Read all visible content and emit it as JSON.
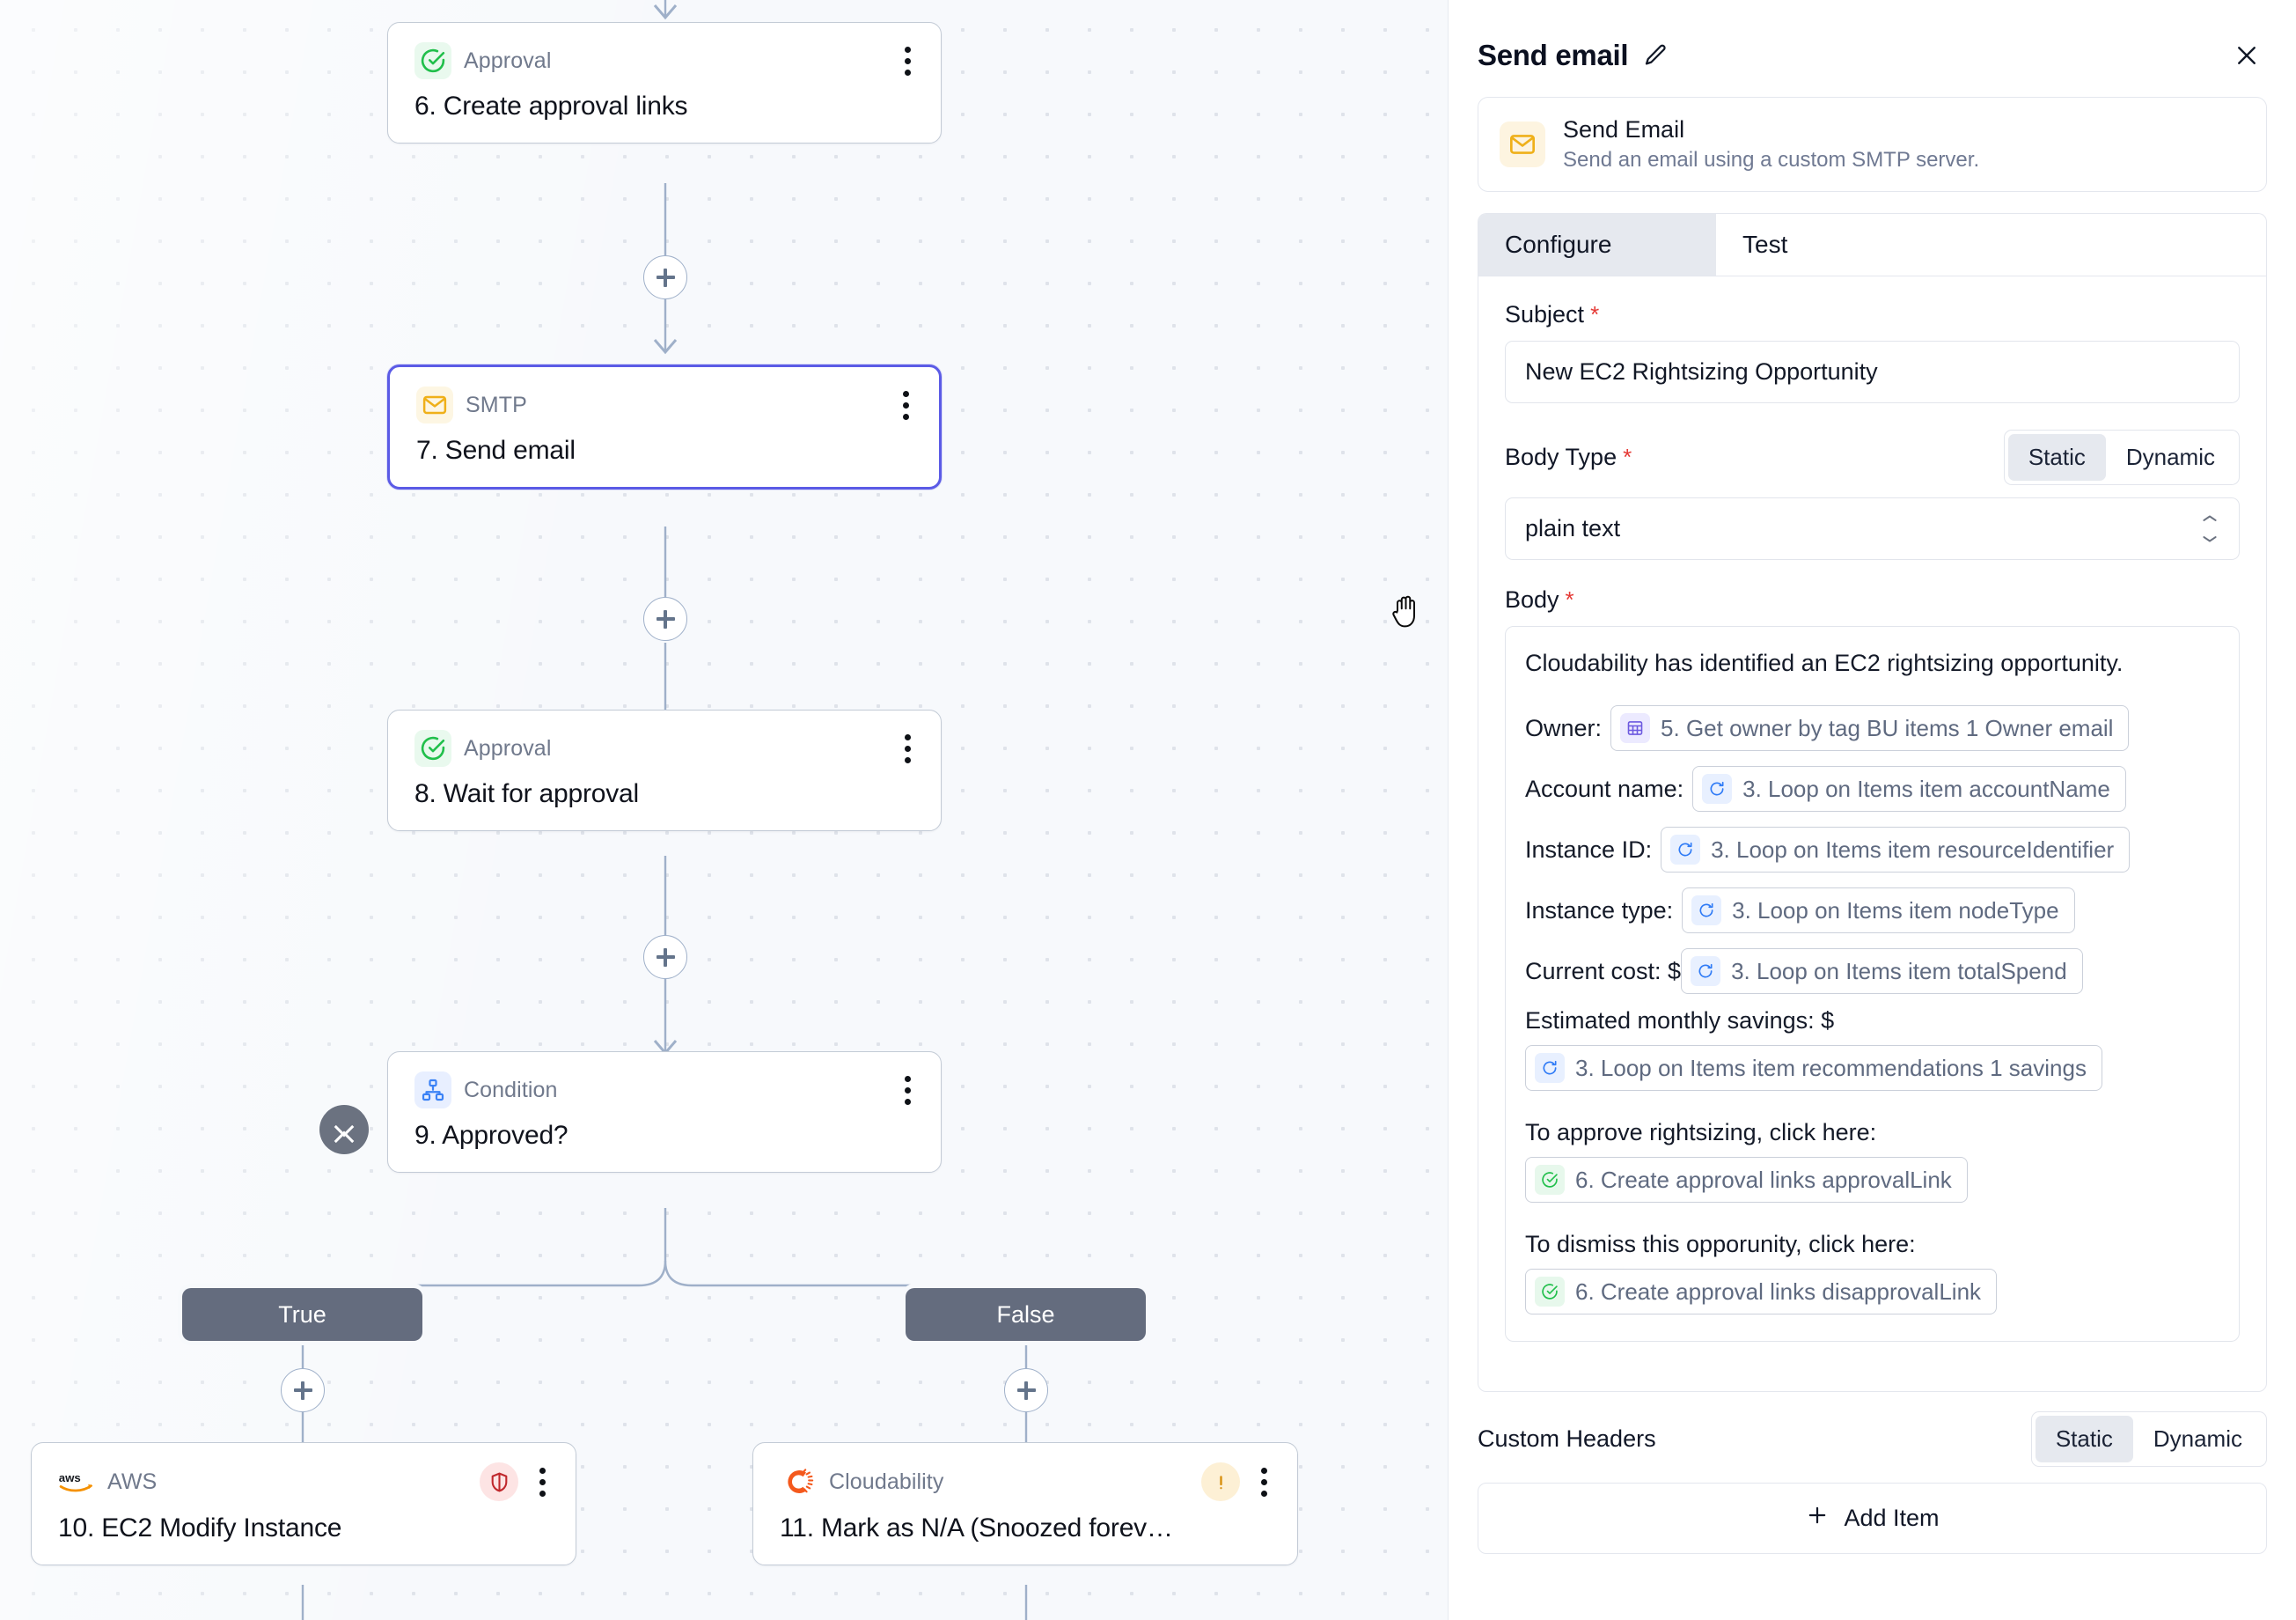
{
  "canvas": {
    "cursor_icon": "grab-hand-cursor",
    "collapse_toggle_icon": "collapse-expand-toggle-icon",
    "add_step_icon": "plus-icon",
    "nodes": [
      {
        "id": "n6",
        "type_label": "Approval",
        "title": "6. Create approval links",
        "icon": "approval-check-icon",
        "selected": false,
        "status": null
      },
      {
        "id": "n7",
        "type_label": "SMTP",
        "title": "7. Send email",
        "icon": "envelope-icon",
        "selected": true,
        "status": null
      },
      {
        "id": "n8",
        "type_label": "Approval",
        "title": "8. Wait for approval",
        "icon": "approval-check-icon",
        "selected": false,
        "status": null
      },
      {
        "id": "n9",
        "type_label": "Condition",
        "title": "9. Approved?",
        "icon": "condition-branch-icon",
        "selected": false,
        "status": null
      },
      {
        "id": "n10",
        "type_label": "AWS",
        "title": "10. EC2 Modify Instance",
        "icon": "aws-logo-icon",
        "selected": false,
        "status": "error-shield-icon"
      },
      {
        "id": "n11",
        "type_label": "Cloudability",
        "title": "11. Mark as N/A (Snoozed forev…",
        "icon": "cloudability-logo-icon",
        "selected": false,
        "status": "warning-exclamation-icon"
      }
    ],
    "branches": [
      {
        "label": "True"
      },
      {
        "label": "False"
      }
    ]
  },
  "panel": {
    "title": "Send email",
    "edit_icon": "pencil-edit-icon",
    "close_icon": "close-x-icon",
    "integration": {
      "icon": "envelope-icon",
      "name": "Send Email",
      "description": "Send an email using a custom SMTP server."
    },
    "tabs": [
      {
        "label": "Configure",
        "active": true
      },
      {
        "label": "Test",
        "active": false
      }
    ],
    "subject": {
      "label": "Subject",
      "required_marker": "*",
      "value": "New EC2 Rightsizing Opportunity"
    },
    "body_type": {
      "label": "Body Type",
      "required_marker": "*",
      "mode_static": "Static",
      "mode_dynamic": "Dynamic",
      "active_mode": "Static",
      "value": "plain text",
      "caret_icon": "chevron-updown-icon"
    },
    "body": {
      "label": "Body",
      "required_marker": "*",
      "intro": "Cloudability has identified an EC2 rightsizing opportunity.",
      "lines": [
        {
          "label": "Owner:",
          "token": "5. Get owner by tag BU items 1 Owner email",
          "token_icon": "table-grid-icon"
        },
        {
          "label": "Account name:",
          "token": "3. Loop on Items item accountName",
          "token_icon": "loop-refresh-icon"
        },
        {
          "label": "Instance ID:",
          "token": "3. Loop on Items item resourceIdentifier",
          "token_icon": "loop-refresh-icon"
        },
        {
          "label": "Instance type:",
          "token": "3. Loop on Items item nodeType",
          "token_icon": "loop-refresh-icon"
        },
        {
          "label": "Current cost: $",
          "token": "3. Loop on Items item totalSpend",
          "token_icon": "loop-refresh-icon"
        }
      ],
      "savings_label": "Estimated monthly savings: $",
      "savings_token": "3. Loop on Items item recommendations 1 savings",
      "savings_token_icon": "loop-refresh-icon",
      "approve_label": "To approve rightsizing, click here:",
      "approve_token": "6. Create approval links approvalLink",
      "approve_token_icon": "approval-check-icon",
      "dismiss_label": "To dismiss this opporunity, click here:",
      "dismiss_token": "6. Create approval links disapprovalLink",
      "dismiss_token_icon": "approval-check-icon"
    },
    "custom_headers": {
      "label": "Custom Headers",
      "mode_static": "Static",
      "mode_dynamic": "Dynamic",
      "active_mode": "Static",
      "add_item_label": "Add Item",
      "add_icon": "plus-icon"
    }
  },
  "colors": {
    "selected_node_border": "#5b5be6",
    "canvas_bg": "#f7f9fc",
    "branch_pill": "#646c7e",
    "required_asterisk": "#e53935",
    "approval_green": "#21bf4b",
    "smtp_yellow": "#efb019",
    "aws_orange": "#f59100",
    "cloudability_orange": "#f4591d",
    "error_red": "#c0282d",
    "warning_amber": "#d99215"
  }
}
